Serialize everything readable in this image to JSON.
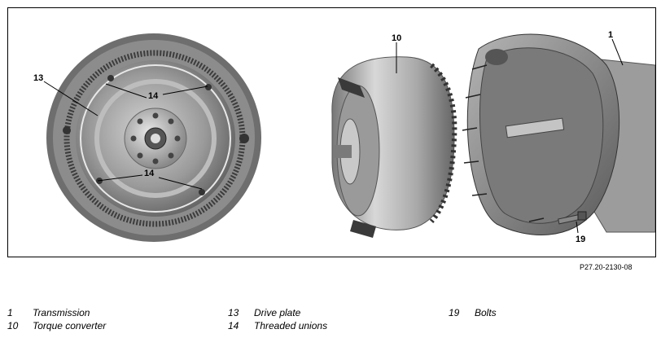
{
  "figure": {
    "callouts": {
      "c1": "1",
      "c10": "10",
      "c13": "13",
      "c14a": "14",
      "c14b": "14",
      "c19": "19"
    },
    "reference": "P27.20-2130-08"
  },
  "legend": [
    {
      "num": "1",
      "text": "Transmission"
    },
    {
      "num": "10",
      "text": "Torque converter"
    },
    {
      "num": "13",
      "text": "Drive plate"
    },
    {
      "num": "14",
      "text": "Threaded unions"
    },
    {
      "num": "19",
      "text": "Bolts"
    }
  ]
}
